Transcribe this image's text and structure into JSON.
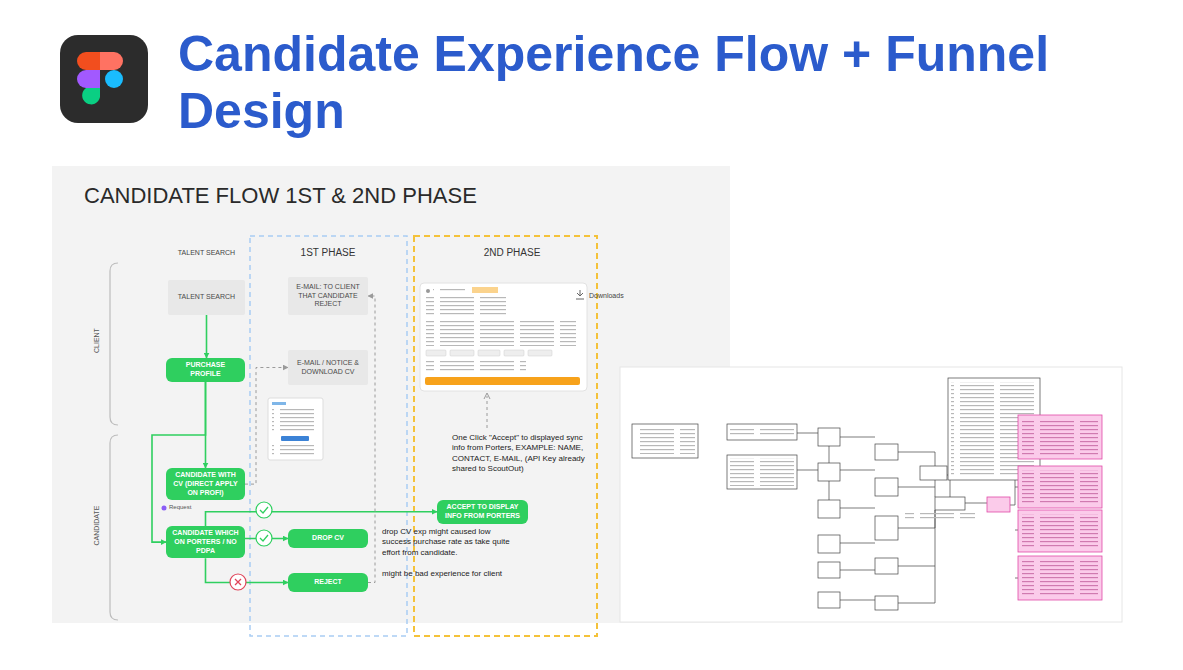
{
  "diagram": {
    "title": "Candidate Experience Flow + Funnel Design",
    "nodes": [
      {
        "text": [
          "TALENT SEARCH"
        ]
      },
      {
        "text": [
          "PURCHASE PROFILE"
        ]
      },
      {
        "text": [
          "E-MAIL: TO CLIENT THAT CANDIDATE REJECT"
        ]
      },
      {
        "text": [
          "E-MAIL / NOTICE & DOWNLOAD CV"
        ]
      },
      {
        "text": [
          "CANDIDATE WITH CV (DIRECT APPLY ON PROFI)"
        ]
      },
      {
        "text": [
          "CANDIDATE WHICH ON PORTERS / NO PDPA"
        ]
      },
      {
        "text": [
          "DROP CV"
        ]
      },
      {
        "text": [
          "REJECT"
        ]
      },
      {
        "text": [
          "ACCEPT TO DISPLAY INFO FROM PORTERS"
        ]
      }
    ],
    "edges": [
      {
        "from": 0,
        "to": 1,
        "arrow": "to"
      },
      {
        "from": 1,
        "to": 4,
        "arrow": "to"
      },
      {
        "from": 1,
        "to": 5,
        "arrow": "to"
      },
      {
        "from": 4,
        "to": 3,
        "arrow": "to"
      },
      {
        "from": 5,
        "to": 6,
        "arrow": "to"
      },
      {
        "from": 5,
        "to": 7,
        "arrow": "to"
      },
      {
        "from": 5,
        "to": 8,
        "arrow": "to"
      },
      {
        "from": 7,
        "to": 2,
        "arrow": "to"
      }
    ],
    "labels": [
      "CANDIDATE FLOW 1ST & 2ND PHASE",
      "TALENT SEARCH",
      "1ST PHASE",
      "2ND PHASE",
      "CLIENT",
      "CANDIDATE",
      "Downloads",
      "Request",
      "One Click \"Accept\" to displayed sync info from Porters, EXAMPLE: NAME, CONTACT, E-MAIL, (API Key already shared to ScoutOut)",
      "drop CV exp might caused low success purchase rate as take quite effort from candidate.",
      "might be bad experience for client"
    ]
  }
}
